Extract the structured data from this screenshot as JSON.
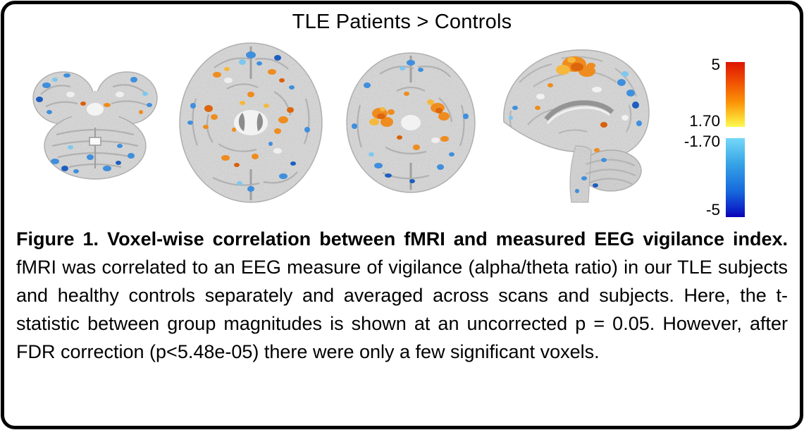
{
  "figure": {
    "title": "TLE Patients > Controls",
    "caption": {
      "lead": "Figure 1. Voxel-wise correlation between fMRI and measured EEG vigilance index.",
      "body": " fMRI was correlated to an EEG measure of vigilance (alpha/theta ratio) in our TLE subjects and healthy controls separately and averaged across scans and subjects. Here, the t-statistic between group magnitudes is shown at an uncorrected p = 0.05. However, after FDR correction (p<5.48e-05) there were only a few significant voxels."
    }
  },
  "colorbar": {
    "labels": {
      "max": "5",
      "pos_threshold": "1.70",
      "neg_threshold": "-1.70",
      "min": "-5"
    },
    "positive_colors": [
      "#dd1602",
      "#fb9307",
      "#fdf954"
    ],
    "negative_colors": [
      "#74d8f8",
      "#1668dc",
      "#0a00b4"
    ]
  },
  "slices": {
    "count": 4,
    "types": [
      "axial-inferior",
      "axial-mid",
      "axial-superior",
      "sagittal-midline"
    ],
    "overlay_positive_color": "#ef8c1f",
    "overlay_negative_color": "#3f8fdd",
    "tissue_color": "#e0e0e0"
  }
}
